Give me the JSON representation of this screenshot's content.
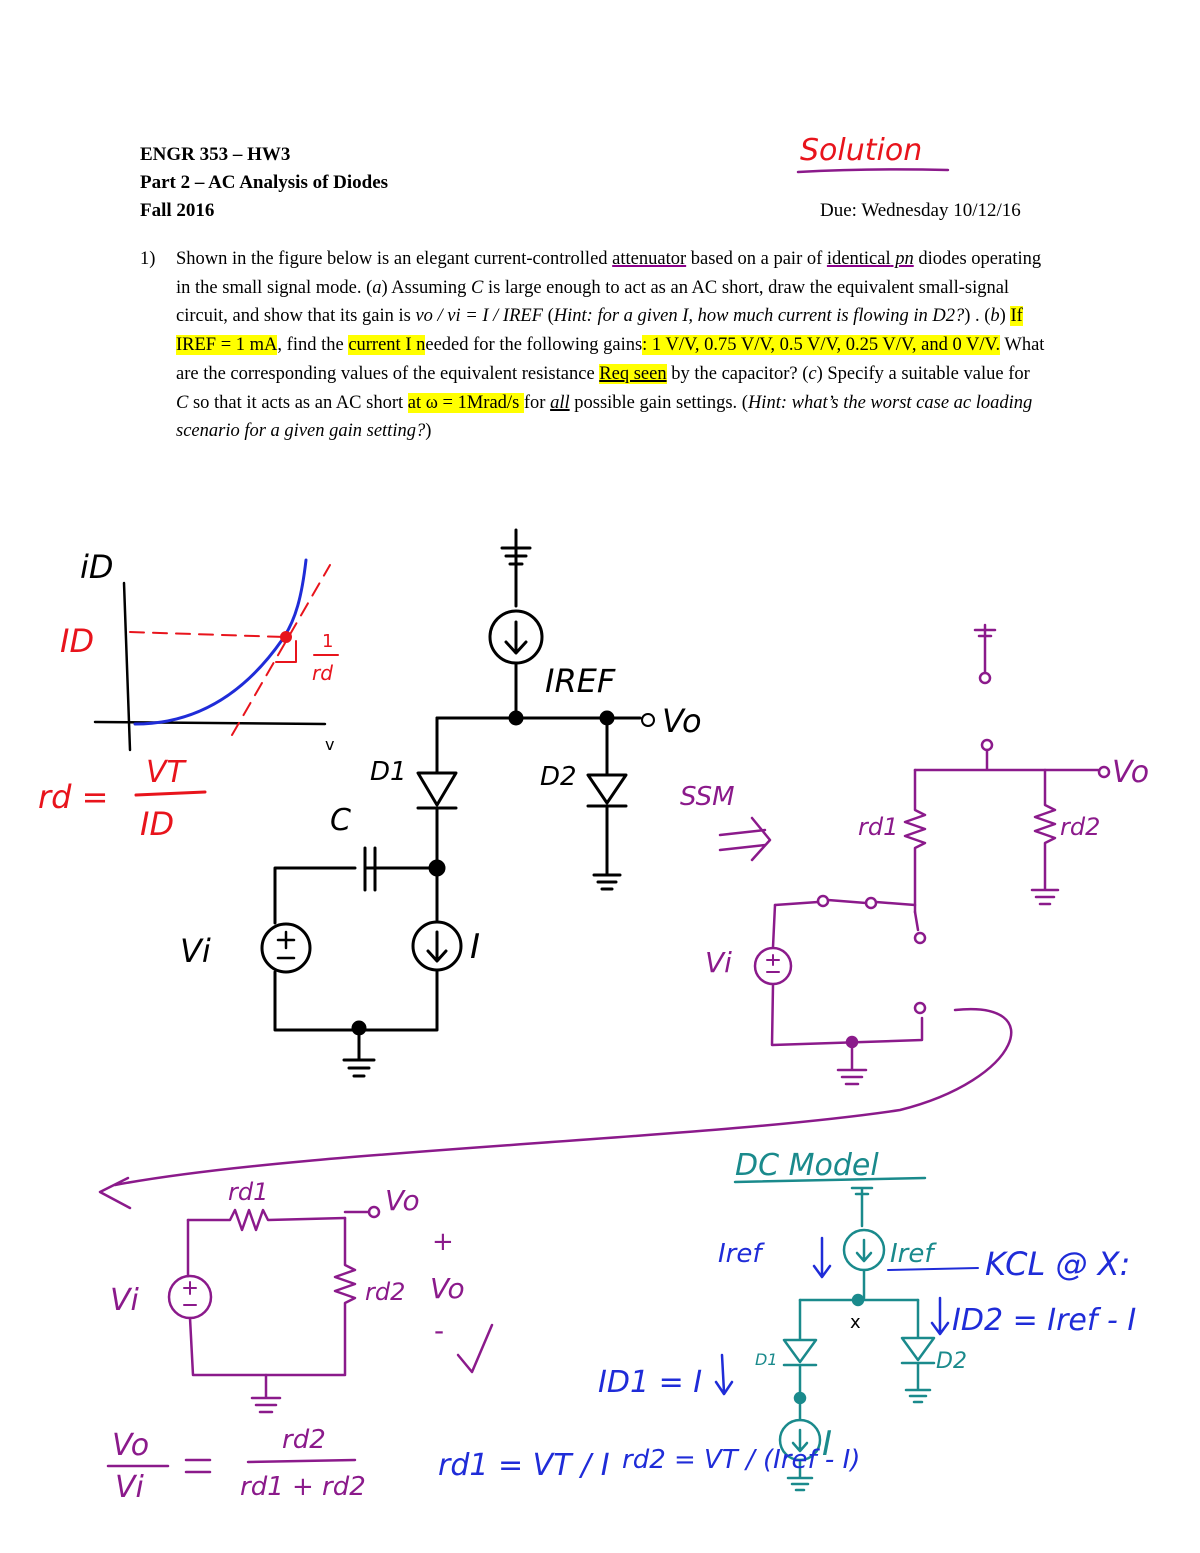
{
  "header": {
    "course": "ENGR 353 – HW3",
    "part": "Part 2 – AC Analysis of Diodes",
    "term": "Fall 2016",
    "due": "Due: Wednesday 10/12/16",
    "solution": "Solution"
  },
  "problem": {
    "number": "1)",
    "s1": "Shown in the figure below is an elegant current-controlled ",
    "s2": "attenuator",
    "s3": " based on a pair of ",
    "s4": "identical",
    "s5": " pn",
    "s6": " diodes operating in the small signal mode. (",
    "s7": "a",
    "s8": ") Assuming ",
    "s9": "C",
    "s10": " is large enough to act as an AC short, draw the equivalent small-signal circuit, and show that its gain is ",
    "s11": "vo / vi = I / IREF",
    "s12": " (",
    "s13": "Hint: for a given I, how much current is flowing in D2?",
    "s14": ") . (",
    "s15": "b",
    "s16": ") ",
    "s17": "If IREF = 1 mA",
    "s18": ", find the ",
    "s19": "current I n",
    "s20": "eeded for the following gains",
    "s21": ": 1 V/V, 0.75 V/V, 0.5 V/V, 0.25 V/V, and 0 V/V.",
    "s22": " What are the corresponding values of the equivalent resistance ",
    "s23": "Req seen",
    "s24": " by the capacitor? (",
    "s25": "c",
    "s26": ") Specify a suitable value for ",
    "s27": "C",
    "s28": " so that it acts as an AC short ",
    "s29": "at ω = 1Mrad/s ",
    "s30": "for ",
    "s31": "all",
    "s32": " possible gain settings. (",
    "s33": "Hint: what’s the worst case ac loading scenario for a given gain setting?",
    "s34": ")"
  },
  "graph": {
    "y_label": "iD",
    "x_label": "v",
    "op_label": "ID",
    "slope_num": "1",
    "slope_den": "rd",
    "eq_lhs": "rd =",
    "eq_num": "VT",
    "eq_den": "ID"
  },
  "circuit": {
    "iref": "IREF",
    "vo": "Vo",
    "d1": "D1",
    "d2": "D2",
    "c": "C",
    "vi": "Vi",
    "i": "I"
  },
  "ssm": {
    "title": "SSM",
    "rd1": "rd1",
    "rd2": "rd2",
    "vo": "Vo",
    "vi": "Vi"
  },
  "simplified": {
    "rd1": "rd1",
    "rd2": "rd2",
    "vo": "Vo",
    "vi": "Vi",
    "plus": "+",
    "minus": "-",
    "vo2": "Vo",
    "gain_lhs_num": "Vo",
    "gain_lhs_den": "Vi",
    "gain_num": "rd2",
    "gain_den": "rd1 + rd2"
  },
  "dc_model": {
    "title": "DC Model",
    "iref_left": "Iref",
    "iref_right": "Iref",
    "kcl": "KCL @ X:",
    "node": "x",
    "id2": "ID2 = Iref - I",
    "id1": "ID1 = I",
    "d1": "D1",
    "d2": "D2",
    "i": "I",
    "rd1_eq": "rd1 = VT / I",
    "rd2_eq": "rd2 = VT / (Iref - I)"
  },
  "colors": {
    "red": "#e8141c",
    "blue": "#1f2cd8",
    "purple": "#8b1a8b",
    "teal": "#1a8a8c",
    "highlight": "#ffff00"
  }
}
